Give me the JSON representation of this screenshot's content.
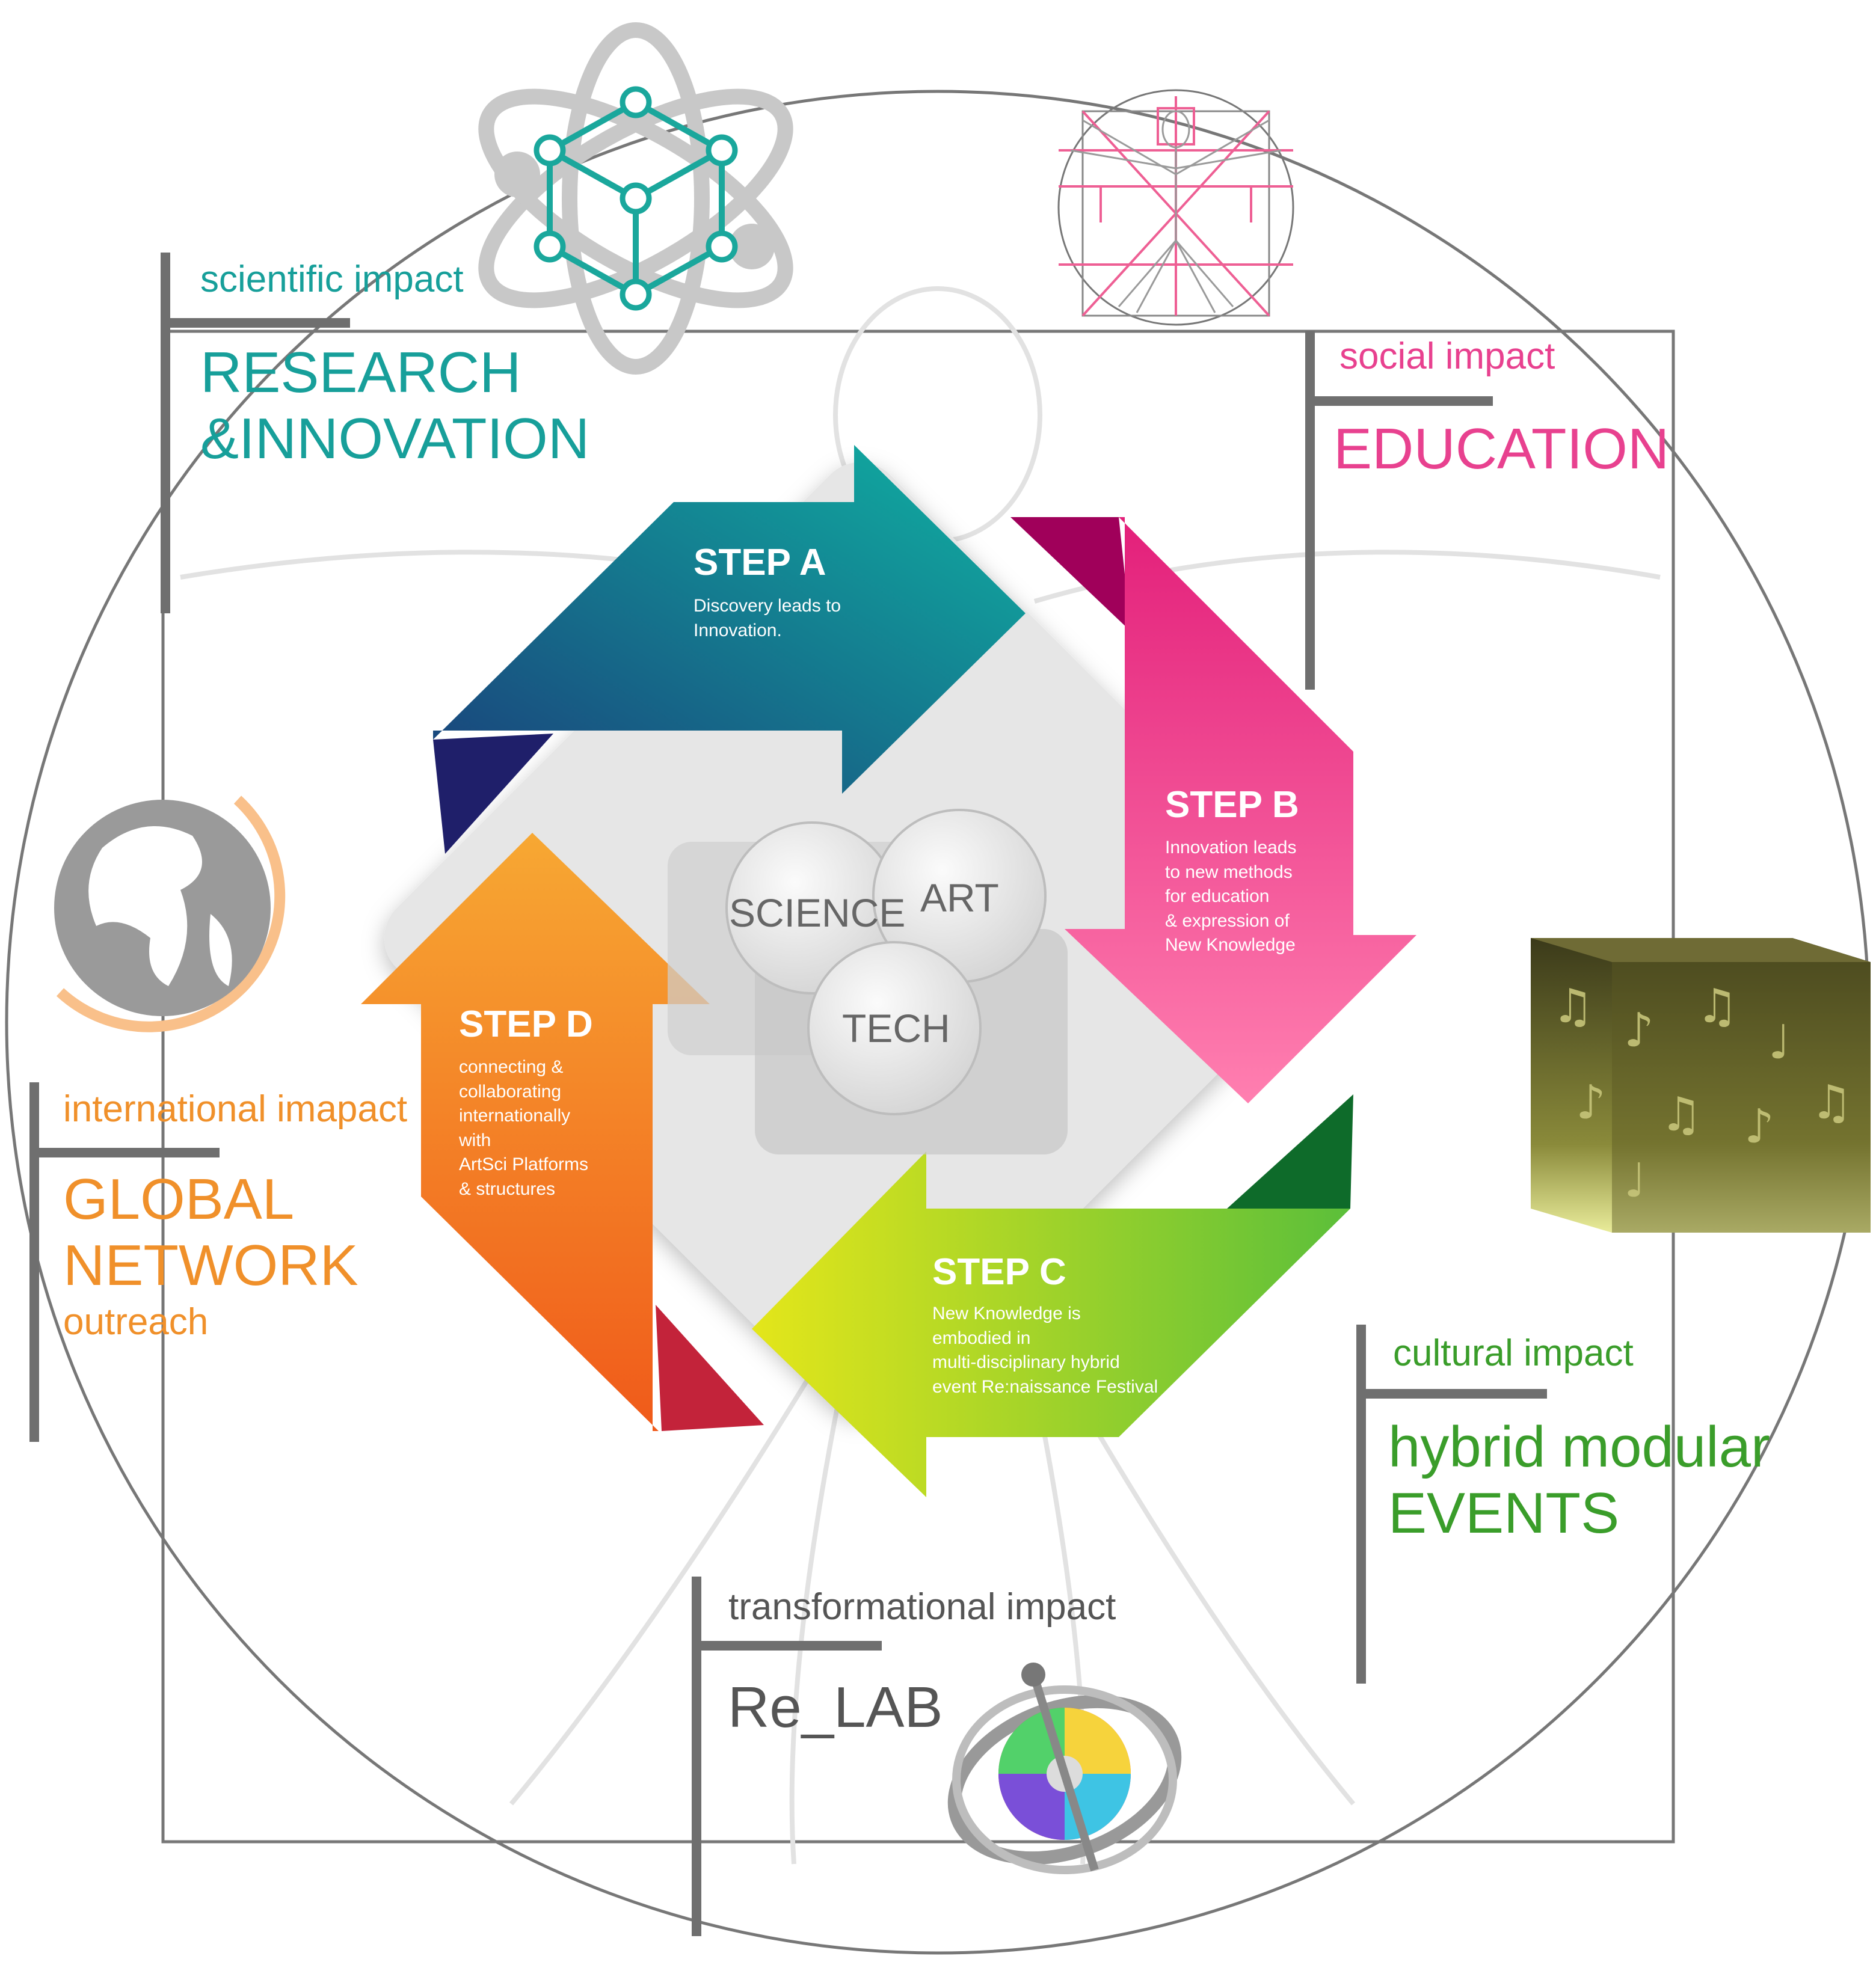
{
  "colors": {
    "teal": "#179f9a",
    "pink": "#e8418f",
    "orange": "#f0902a",
    "green": "#3a9d2a",
    "gray_text": "#555555",
    "line_gray": "#707070"
  },
  "impacts": {
    "scientific": {
      "label": "scientific impact",
      "title_line1": "RESEARCH",
      "title_line2": "&INNOVATION"
    },
    "social": {
      "label": "social impact",
      "title": "EDUCATION"
    },
    "international": {
      "label": "international imapact",
      "title_line1": "GLOBAL",
      "title_line2": "NETWORK",
      "sub": "outreach"
    },
    "cultural": {
      "label": "cultural impact",
      "title_line1": "hybrid modular",
      "title_line2": "EVENTS"
    },
    "transformational": {
      "label": "transformational impact",
      "title": "Re_LAB"
    }
  },
  "steps": {
    "a": {
      "title": "STEP A",
      "desc": "Discovery leads to\nInnovation."
    },
    "b": {
      "title": "STEP B",
      "desc": "Innovation leads\nto new methods\nfor education\n& expression of\nNew Knowledge"
    },
    "c": {
      "title": "STEP C",
      "desc": "New Knowledge is\nembodied in\nmulti-disciplinary hybrid\nevent Re:naissance Festival"
    },
    "d": {
      "title": "STEP D",
      "desc": "connecting  &\ncollaborating\ninternationally\nwith\nArtSci Platforms\n& structures"
    }
  },
  "venn": {
    "science": "SCIENCE",
    "art": "ART",
    "tech": "TECH"
  },
  "icons": [
    "atom-cube-icon",
    "vitruvian-man-icon",
    "globe-icon",
    "music-cube-icon",
    "gyroscope-color-wheel-icon"
  ]
}
